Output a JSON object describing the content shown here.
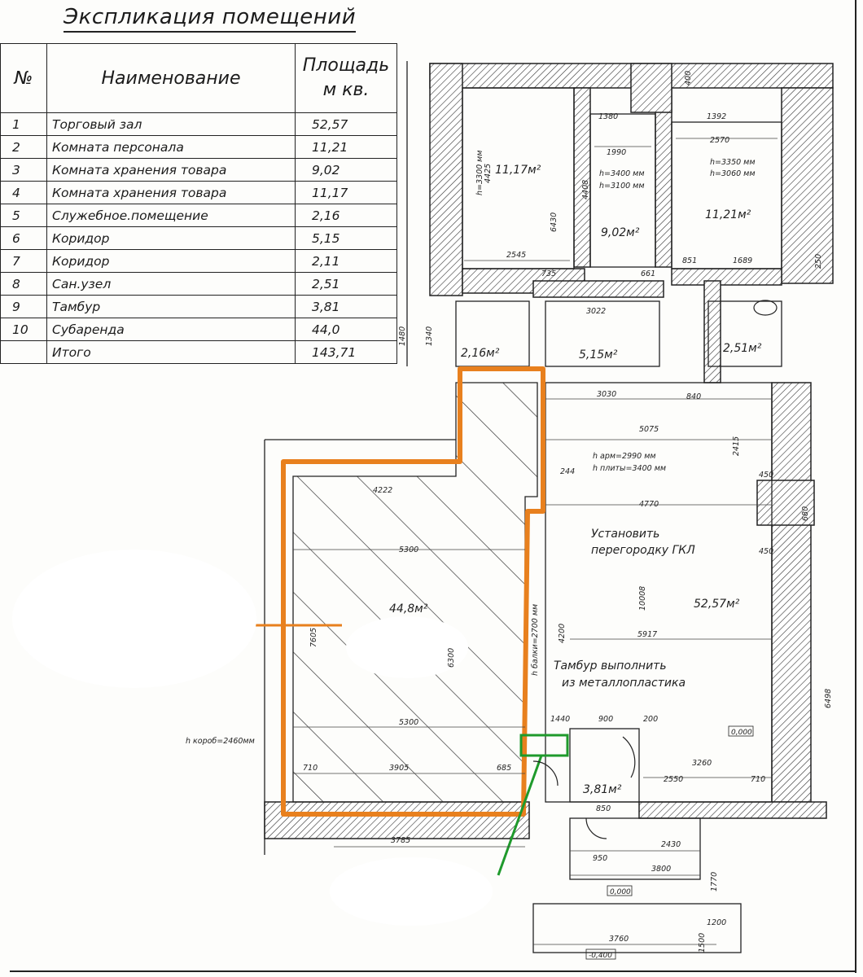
{
  "explication": {
    "title": "Экспликация помещений",
    "headers": {
      "num": "№",
      "name": "Наименование",
      "area": "Площадь м кв."
    },
    "rows": [
      {
        "num": "1",
        "name": "Торговый зал",
        "area": "52,57"
      },
      {
        "num": "2",
        "name": "Комната персонала",
        "area": "11,21"
      },
      {
        "num": "3",
        "name": "Комната хранения товара",
        "area": "9,02"
      },
      {
        "num": "4",
        "name": "Комната хранения товара",
        "area": "11,17"
      },
      {
        "num": "5",
        "name": "Служебное.помещение",
        "area": "2,16"
      },
      {
        "num": "6",
        "name": "Коридор",
        "area": "5,15"
      },
      {
        "num": "7",
        "name": "Коридор",
        "area": "2,11"
      },
      {
        "num": "8",
        "name": "Сан.узел",
        "area": "2,51"
      },
      {
        "num": "9",
        "name": "Тамбур",
        "area": "3,81"
      },
      {
        "num": "10",
        "name": "Субаренда",
        "area": "44,0"
      }
    ],
    "total": {
      "label": "Итого",
      "area": "143,71"
    }
  },
  "plan": {
    "rooms": [
      {
        "id": "4",
        "area": "11,17м²"
      },
      {
        "id": "3",
        "area": "9,02м²"
      },
      {
        "id": "2",
        "area": "11,21м²"
      },
      {
        "id": "5",
        "area": "2,16м²"
      },
      {
        "id": "6",
        "area": "5,15м²"
      },
      {
        "id": "8",
        "area": "2,51м²"
      },
      {
        "id": "10",
        "area": "44,8м²"
      },
      {
        "id": "1",
        "area": "52,57м²"
      },
      {
        "id": "9",
        "area": "3,81м²"
      }
    ],
    "notes": {
      "partition_1": "Установить",
      "partition_2": "перегородку ГКЛ",
      "vestibule_1": "Тамбур выполнить",
      "vestibule_2": "из металлопластика",
      "height_arm": "h арм=2990 мм",
      "height_slab": "h плиты=3400 мм",
      "h_room4": "h=3300 мм",
      "h_room3_1": "h=3400 мм",
      "h_room3_2": "h=3100 мм",
      "h_room2_1": "h=3350 мм",
      "h_room2_2": "h=3060 мм",
      "h_beam": "h балки=2700 мм",
      "h_box": "h короб=2460мм"
    },
    "dimensions": {
      "d4425": "4425",
      "d6430": "6430",
      "d2545": "2545",
      "d1380": "1380",
      "d1990": "1990",
      "d4408": "4408",
      "d1392": "1392",
      "d2570": "2570",
      "d851": "851",
      "d1689": "1689",
      "d735": "735",
      "d661": "661",
      "d3022": "3022",
      "d1480": "1480",
      "d1340": "1340",
      "d3030": "3030",
      "d840": "840",
      "d5075": "5075",
      "d244": "244",
      "d4770": "4770",
      "d4222": "4222",
      "d5300a": "5300",
      "d5300b": "5300",
      "d5917": "5917",
      "d10008": "10008",
      "d6498": "6498",
      "d3905": "3905",
      "d710a": "710",
      "d685": "685",
      "d1440": "1440",
      "d900": "900",
      "d200": "200",
      "d3260": "3260",
      "d2550": "2550",
      "d710b": "710",
      "d3785": "3785",
      "d850": "850",
      "d2430": "2430",
      "d3800": "3800",
      "d950": "950",
      "d3760": "3760",
      "d1200": "1200",
      "d7605": "7605",
      "d6300": "6300",
      "d4200": "4200",
      "d1500": "1500",
      "d1770": "1770",
      "d400": "400",
      "d250": "250",
      "d680": "680",
      "d450a": "450",
      "d450b": "450",
      "d2415": "2415"
    },
    "levels": {
      "l0": "0,000",
      "l1": "0,000",
      "l2": "-0,400"
    },
    "colors": {
      "outline": "#e8801e",
      "entrance": "#1f9a2c",
      "ink": "#1b1b1b"
    }
  }
}
